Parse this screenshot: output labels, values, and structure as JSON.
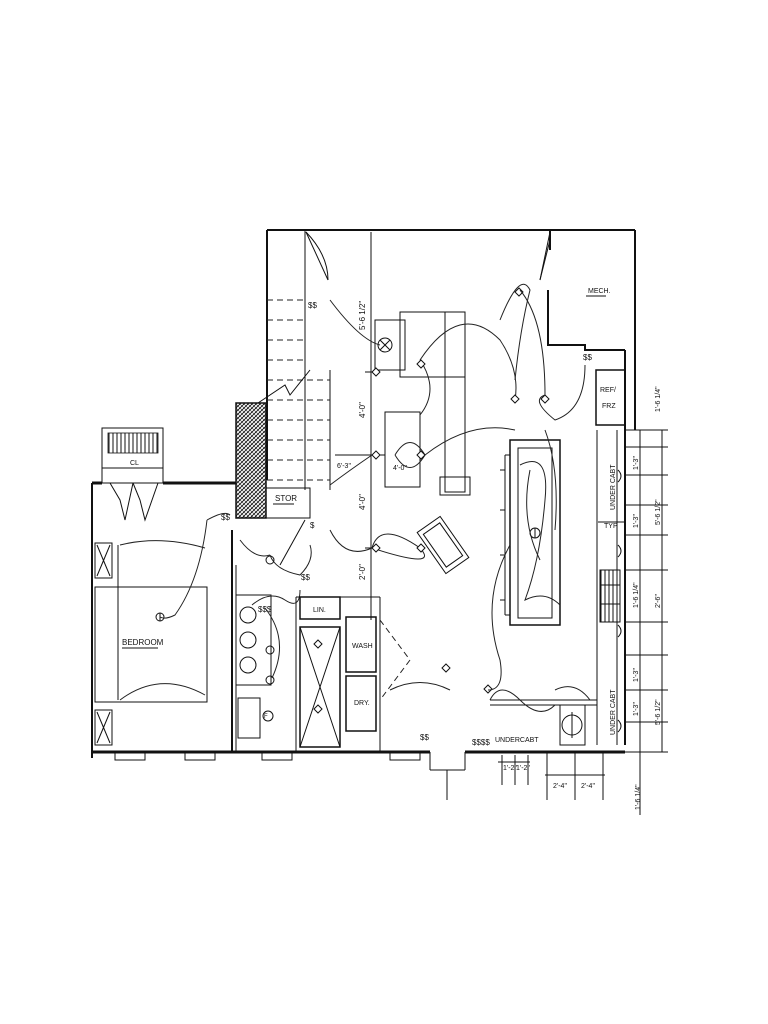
{
  "rooms": {
    "mech": "MECH.",
    "ref_frz": "REF/ FRZ",
    "stor": "STOR",
    "bedroom": "BEDROOM",
    "lin": "LIN.",
    "wash": "WASH",
    "dry": "DRY.",
    "undercabt_bottom": "UNDERCABT",
    "undercabt_right_top": "UNDER CABT",
    "undercabt_right_bottom": "UNDER CABT",
    "typ": "TYP",
    "closet": "CL"
  },
  "dimensions": {
    "v_5_6_half": "5'-6 1/2\"",
    "v_4_0_a": "4'-0\"",
    "v_4_0_b": "4'-0\"",
    "v_2_0": "2'-0\"",
    "h_6_3": "6'-3\"",
    "island_4_0": "4'-0\"",
    "r_1_6_q_top": "1'-6 1/4\"",
    "r_1_3_a": "1'-3\"",
    "r_1_3_b": "1'-3\"",
    "r_5_6_half_a": "5'-6 1/2\"",
    "r_1_6_q_mid": "1'-6 1/4\"",
    "r_2_6": "2'-6\"",
    "r_1_3_c": "1'-3\"",
    "r_1_3_d": "1'-3\"",
    "r_5_6_half_b": "5'-6 1/2\"",
    "r_1_6_q_bot": "1'-6 1/4\"",
    "b_1_2_a": "1'-2\"",
    "b_1_2_b": "1'-2\"",
    "b_2_4_a": "2'-4\"",
    "b_2_4_b": "2'-4\""
  },
  "switch_labels": {
    "s_stair_top": "$$",
    "s_mech": "$$",
    "s_bedroom": "$$",
    "s_bath": "$$$",
    "s_laundry": "$$",
    "s_kitchen": "$$$$",
    "s_bottom_entry": "$$",
    "s_hall": "$"
  }
}
